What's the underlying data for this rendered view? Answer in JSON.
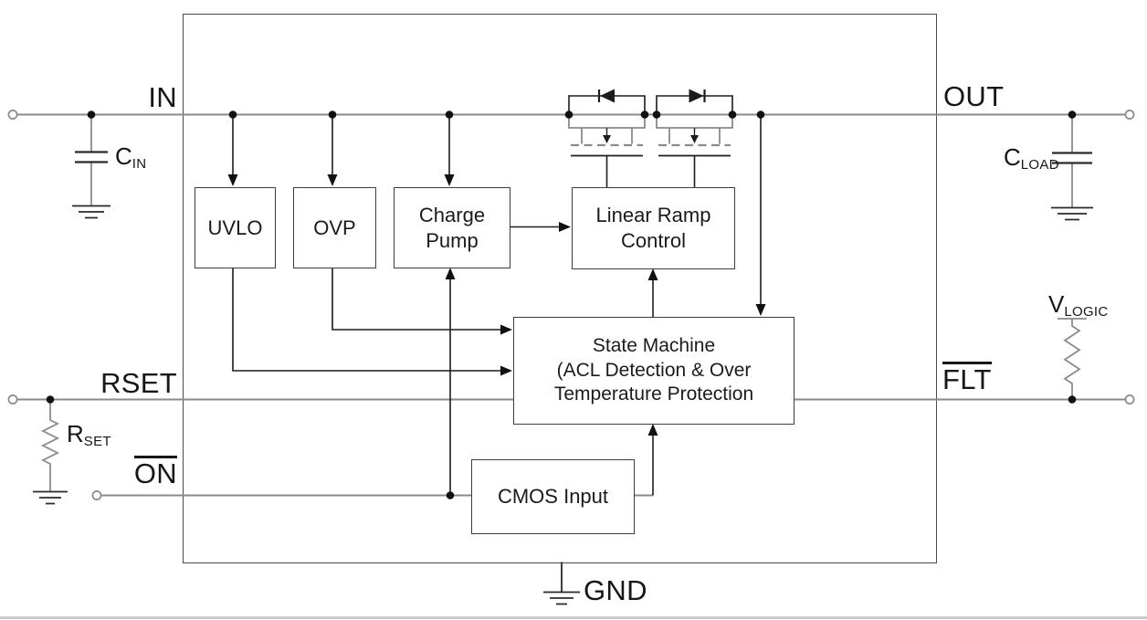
{
  "title": "Load switch functional block diagram",
  "colors": {
    "rail_gray": "#8a8a8a",
    "line_black": "#1c1c1c",
    "box_border": "#3d3d3d",
    "outer_border": "#4a4a4a",
    "bottom_rule": "#c9c9c9",
    "text": "#161616",
    "background": "#ffffff"
  },
  "pins": {
    "in": "IN",
    "out": "OUT",
    "rset": "RSET",
    "flt": "FLT",
    "on": "ON",
    "gnd": "GND"
  },
  "blocks": {
    "uvlo": "UVLO",
    "ovp": "OVP",
    "charge_pump": "Charge\nPump",
    "linear_ramp_control": "Linear Ramp\nControl",
    "state_machine": "State Machine\n(ACL Detection & Over\nTemperature Protection",
    "cmos_input": "CMOS Input"
  },
  "components": {
    "cin": {
      "main": "C",
      "sub": "IN"
    },
    "cload": {
      "main": "C",
      "sub": "LOAD"
    },
    "rset": {
      "main": "R",
      "sub": "SET"
    },
    "vlogic": {
      "main": "V",
      "sub": "LOGIC"
    }
  }
}
